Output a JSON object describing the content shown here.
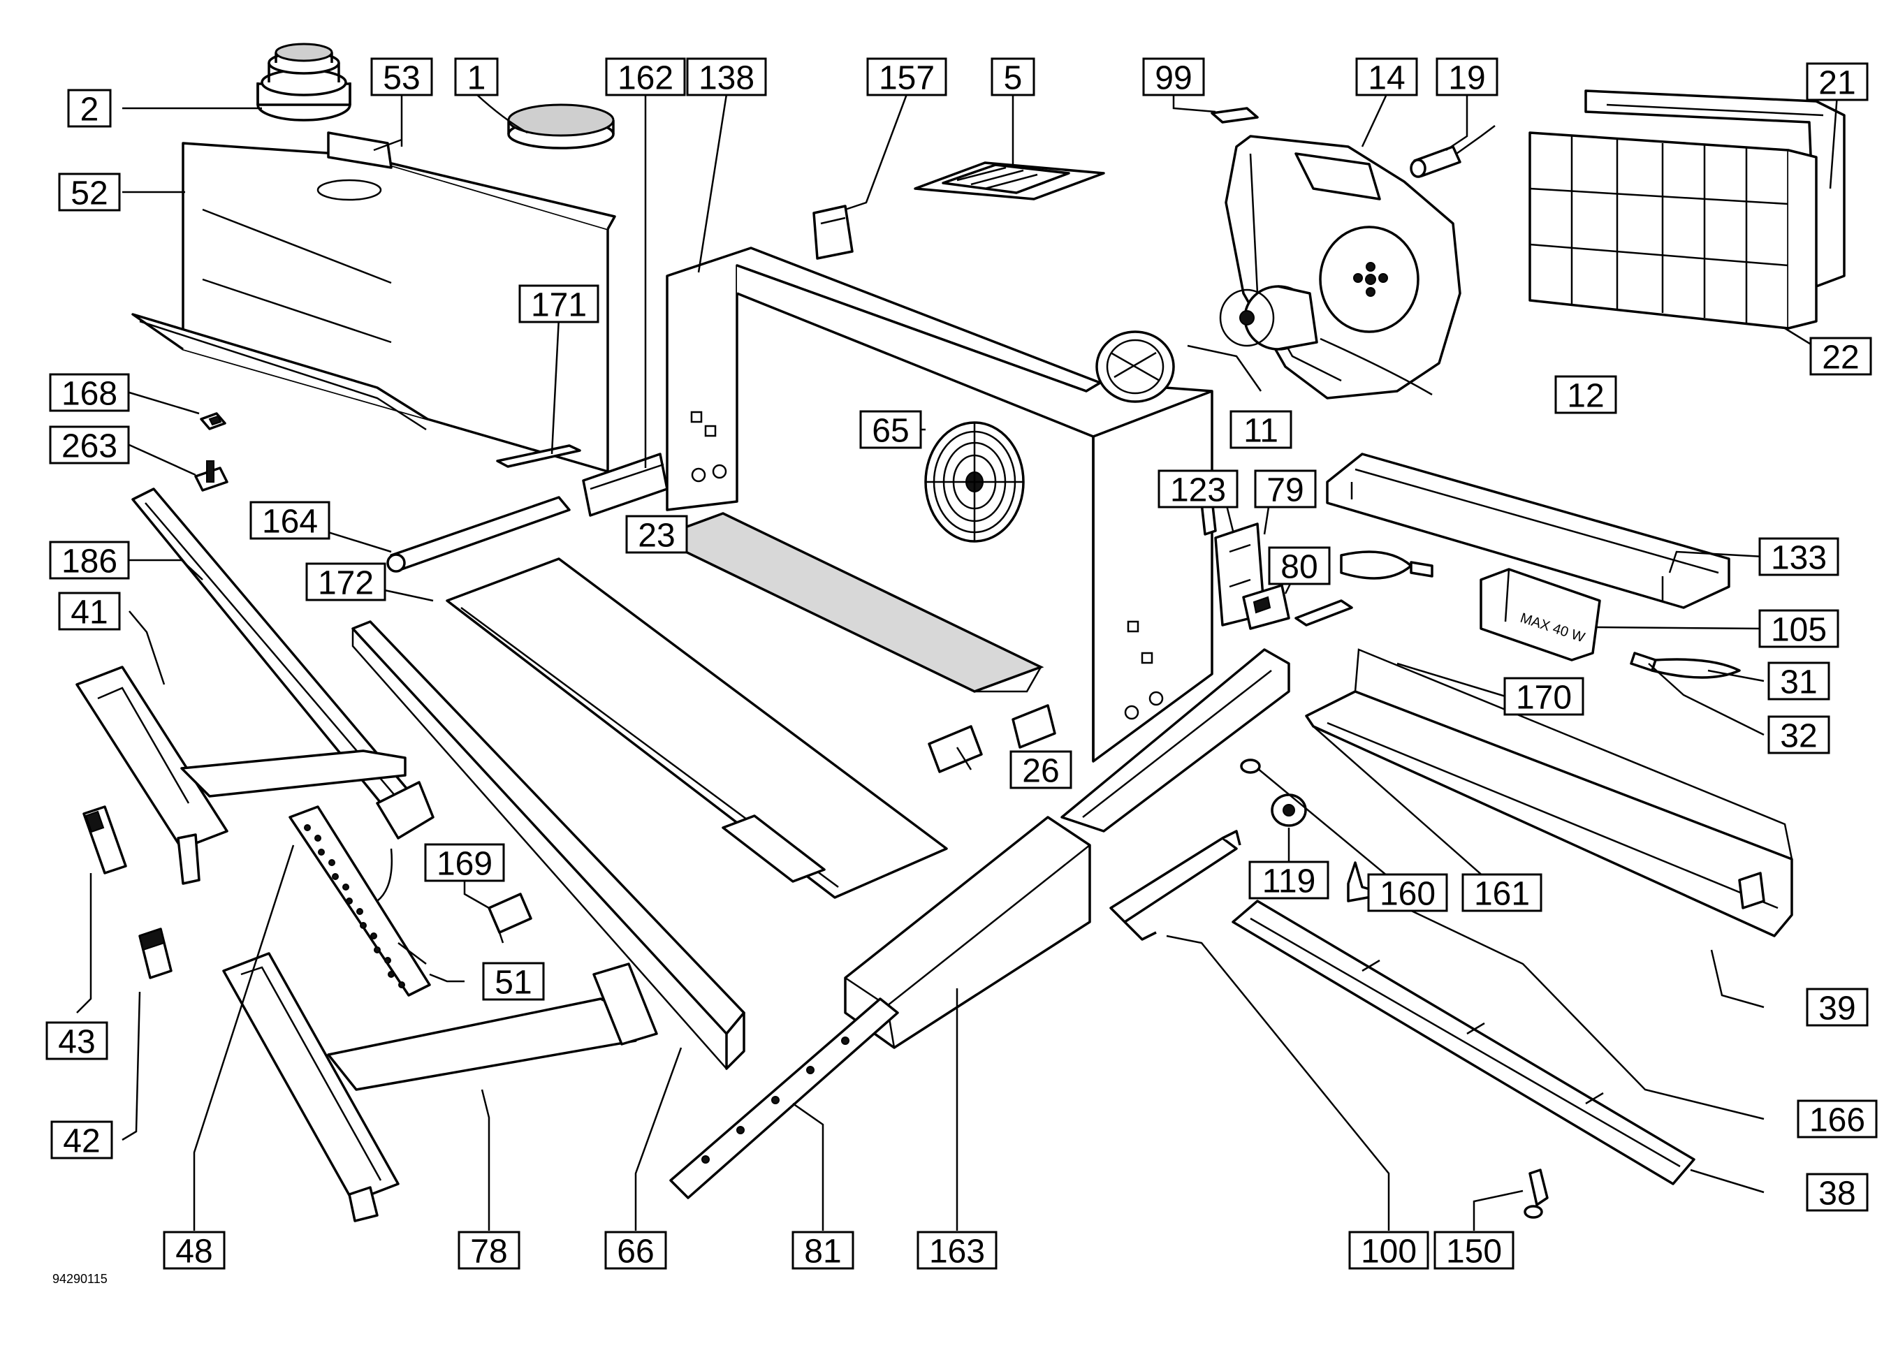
{
  "drawing_reference": "94290115",
  "lamp_holder_marking": "MAX 40 W",
  "part_labels": [
    "2",
    "53",
    "1",
    "162",
    "138",
    "157",
    "5",
    "99",
    "14",
    "19",
    "21",
    "52",
    "171",
    "22",
    "168",
    "12",
    "11",
    "65",
    "263",
    "164",
    "123",
    "79",
    "23",
    "186",
    "172",
    "80",
    "133",
    "41",
    "105",
    "31",
    "170",
    "32",
    "26",
    "160",
    "161",
    "169",
    "119",
    "51",
    "39",
    "43",
    "166",
    "42",
    "38",
    "48",
    "78",
    "66",
    "81",
    "163",
    "100",
    "150"
  ]
}
